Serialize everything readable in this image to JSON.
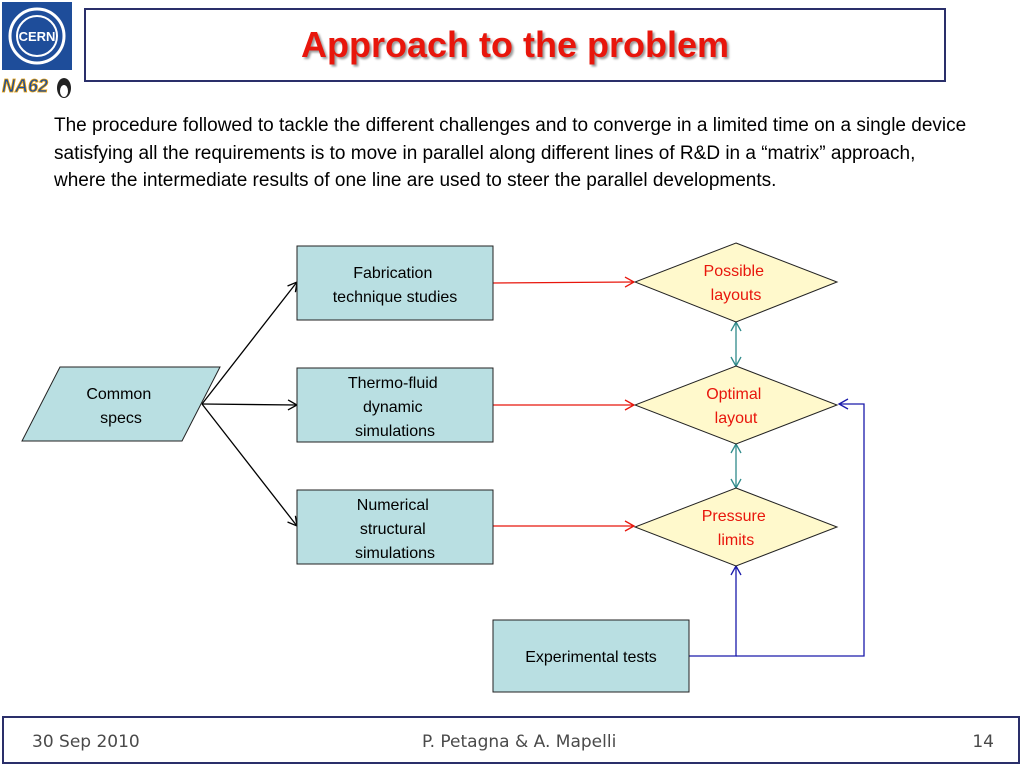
{
  "logos": {
    "cern": "CERN",
    "na62": "NA62"
  },
  "title": "Approach to the problem",
  "intro": "The procedure followed to tackle the different challenges and to converge in a limited time on a single device satisfying all the requirements is to move in parallel along different lines of R&D in a “matrix” approach, where the intermediate results of one line are used to steer the parallel developments.",
  "diagram": {
    "common_specs": [
      "Common",
      "specs"
    ],
    "fabrication": [
      "Fabrication",
      "technique studies"
    ],
    "thermo": [
      "Thermo-fluid",
      "dynamic",
      "simulations"
    ],
    "numerical": [
      "Numerical",
      "structural",
      "simulations"
    ],
    "experimental": [
      "Experimental tests"
    ],
    "possible_layouts": [
      "Possible",
      "layouts"
    ],
    "optimal_layout": [
      "Optimal",
      "layout"
    ],
    "pressure_limits": [
      "Pressure",
      "limits"
    ]
  },
  "colors": {
    "box_fill": "#b9dfe2",
    "diamond_fill": "#fff9cc",
    "title_red": "#e8160c",
    "arrow_red": "#e8160c",
    "arrow_teal": "#2f8a8a",
    "arrow_blue": "#1a1aaa",
    "frame_navy": "#2a2f6a"
  },
  "footer": {
    "date": "30 Sep 2010",
    "authors": "P. Petagna & A. Mapelli",
    "page": "14"
  }
}
